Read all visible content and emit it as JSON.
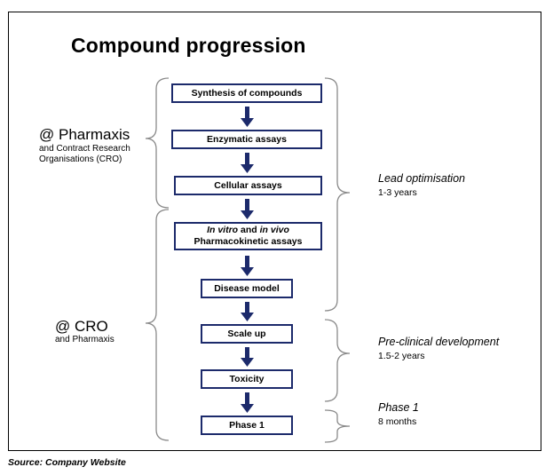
{
  "title": "Compound progression",
  "steps": [
    {
      "label": "Synthesis of compounds"
    },
    {
      "label": "Enzymatic assays"
    },
    {
      "label": "Cellular assays"
    },
    {
      "label_italic_1": "In vitro",
      "label_mid": " and ",
      "label_italic_2": "in vivo",
      "label_line2": "Pharmacokinetic assays"
    },
    {
      "label": "Disease model"
    },
    {
      "label": "Scale up"
    },
    {
      "label": "Toxicity"
    },
    {
      "label": "Phase 1"
    }
  ],
  "left_groups": [
    {
      "main": "@ Pharmaxis",
      "sub_line1": "and Contract Research",
      "sub_line2": "Organisations (CRO)"
    },
    {
      "main": "@ CRO",
      "sub_line1": "and Pharmaxis"
    }
  ],
  "stages": [
    {
      "name": "Lead optimisation",
      "duration": "1-3 years"
    },
    {
      "name": "Pre-clinical development",
      "duration": "1.5-2 years"
    },
    {
      "name": "Phase 1",
      "duration": "8 months"
    }
  ],
  "source": "Source: Company Website",
  "colors": {
    "box_border": "#1c2a6b",
    "arrow": "#1c2a6b",
    "brace": "#8a8a8a"
  }
}
